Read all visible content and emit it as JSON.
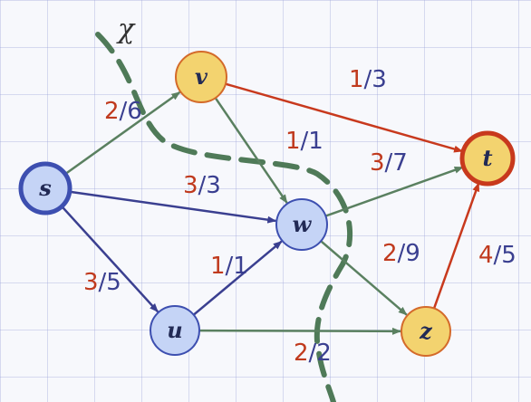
{
  "colors": {
    "flow_red": "#c03a1e",
    "capacity_blue": "#3a3f90",
    "edge_green": "#5a8060",
    "edge_blue": "#3a3f90",
    "edge_red": "#c8391d",
    "cut_green": "#4f7a58",
    "node_blue_fill": "#c5d4f6",
    "node_blue_stroke": "#3d4fb0",
    "node_yellow_fill": "#f3d36f",
    "node_orange_stroke": "#d46a2a",
    "node_t_stroke": "#c8391d"
  },
  "cut": {
    "label": "χ"
  },
  "nodes": [
    {
      "id": "s",
      "label": "s",
      "style": "source"
    },
    {
      "id": "v",
      "label": "v",
      "style": "yellow"
    },
    {
      "id": "t",
      "label": "t",
      "style": "sink"
    },
    {
      "id": "w",
      "label": "w",
      "style": "blue"
    },
    {
      "id": "u",
      "label": "u",
      "style": "blue"
    },
    {
      "id": "z",
      "label": "z",
      "style": "yellow"
    }
  ],
  "edges": [
    {
      "from": "s",
      "to": "v",
      "flow": "2",
      "capacity": "6",
      "color": "green"
    },
    {
      "from": "v",
      "to": "t",
      "flow": "1",
      "capacity": "3",
      "color": "red"
    },
    {
      "from": "v",
      "to": "w",
      "flow": "1",
      "capacity": "1",
      "color": "green"
    },
    {
      "from": "s",
      "to": "w",
      "flow": "3",
      "capacity": "3",
      "color": "blue"
    },
    {
      "from": "w",
      "to": "t",
      "flow": "3",
      "capacity": "7",
      "color": "green"
    },
    {
      "from": "s",
      "to": "u",
      "flow": "3",
      "capacity": "5",
      "color": "blue"
    },
    {
      "from": "u",
      "to": "w",
      "flow": "1",
      "capacity": "1",
      "color": "blue"
    },
    {
      "from": "w",
      "to": "z",
      "flow": "2",
      "capacity": "9",
      "color": "green"
    },
    {
      "from": "z",
      "to": "t",
      "flow": "4",
      "capacity": "5",
      "color": "red"
    },
    {
      "from": "u",
      "to": "z",
      "flow": "2",
      "capacity": "2",
      "color": "green"
    }
  ]
}
